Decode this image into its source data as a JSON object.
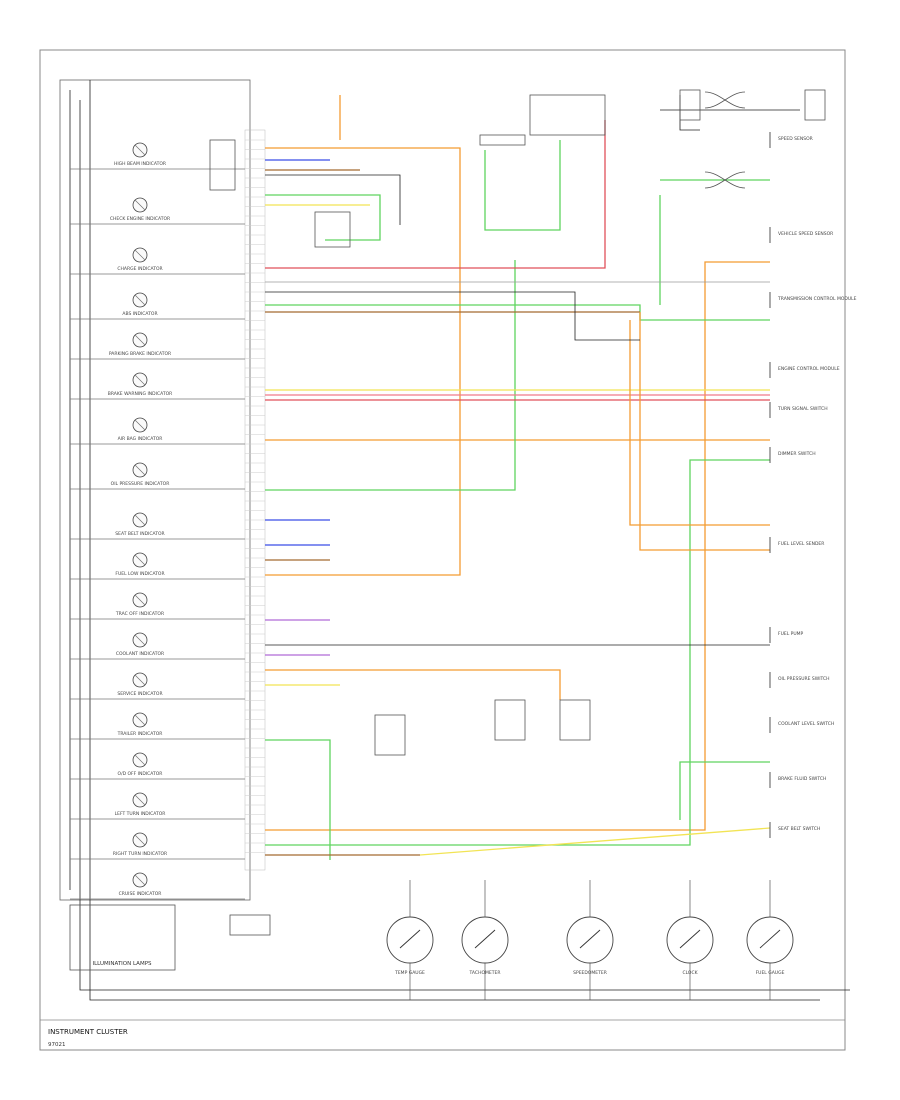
{
  "footer": {
    "caption": "INSTRUMENT CLUSTER",
    "ref": "97021"
  },
  "right_components": [
    {
      "name": "SPEED SENSOR"
    },
    {
      "name": "VEHICLE SPEED SENSOR"
    },
    {
      "name": "TRANSMISSION CONTROL MODULE"
    },
    {
      "name": "ENGINE CONTROL MODULE"
    },
    {
      "name": "TURN SIGNAL SWITCH"
    },
    {
      "name": "DIMMER SWITCH"
    },
    {
      "name": "FUEL LEVEL SENDER"
    },
    {
      "name": "FUEL PUMP"
    },
    {
      "name": "OIL PRESSURE SWITCH"
    },
    {
      "name": "COOLANT LEVEL SWITCH"
    },
    {
      "name": "BRAKE FLUID SWITCH"
    },
    {
      "name": "SEAT BELT SWITCH"
    }
  ],
  "left_indicators": [
    {
      "name": "HIGH BEAM INDICATOR"
    },
    {
      "name": "CHECK ENGINE INDICATOR"
    },
    {
      "name": "CHARGE INDICATOR"
    },
    {
      "name": "ABS INDICATOR"
    },
    {
      "name": "PARKING BRAKE INDICATOR"
    },
    {
      "name": "BRAKE WARNING INDICATOR"
    },
    {
      "name": "AIR BAG INDICATOR"
    },
    {
      "name": "OIL PRESSURE INDICATOR"
    },
    {
      "name": "SEAT BELT INDICATOR"
    },
    {
      "name": "FUEL LOW INDICATOR"
    },
    {
      "name": "TRAC OFF INDICATOR"
    },
    {
      "name": "COOLANT INDICATOR"
    },
    {
      "name": "SERVICE INDICATOR"
    },
    {
      "name": "TRAILER INDICATOR"
    },
    {
      "name": "O/D OFF INDICATOR"
    },
    {
      "name": "LEFT TURN INDICATOR"
    },
    {
      "name": "RIGHT TURN INDICATOR"
    },
    {
      "name": "CRUISE INDICATOR"
    }
  ],
  "gauges": [
    {
      "name": "TACHOMETER"
    },
    {
      "name": "SPEEDOMETER"
    },
    {
      "name": "CLOCK"
    },
    {
      "name": "TEMP GAUGE"
    },
    {
      "name": "FUEL GAUGE"
    }
  ],
  "bottom_left": {
    "label": "ILLUMINATION LAMPS"
  },
  "colors": {
    "orange": "#f39c32",
    "green": "#5fd45f",
    "red": "#e0505a",
    "pink": "#f07a8a",
    "yellow": "#f2e455",
    "blue": "#3b4ee8",
    "violet": "#b06ad6",
    "brown": "#a56a32",
    "gray": "#9a9a9a",
    "black": "#222222"
  }
}
